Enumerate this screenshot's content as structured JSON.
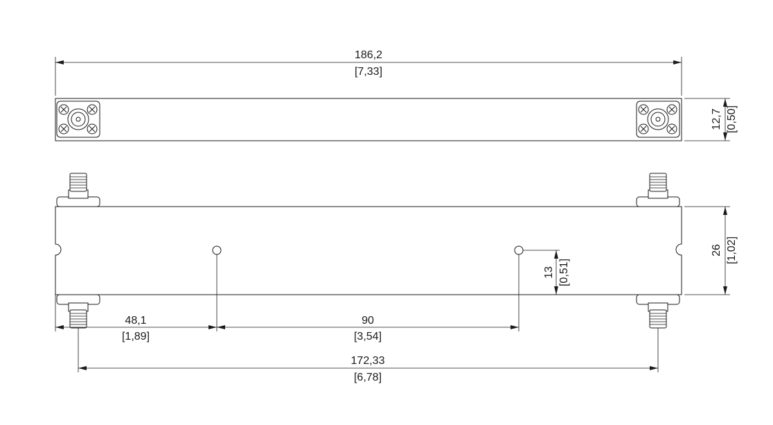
{
  "drawing": {
    "top_view": {
      "width_dimension": {
        "value": "186,2",
        "value_inch": "[7,33]"
      },
      "height_dimension": {
        "value": "12,7",
        "value_inch": "[0,50]"
      }
    },
    "front_view": {
      "height_dimension": {
        "value": "26",
        "value_inch": "[1,02]"
      },
      "hole_height_dimension": {
        "value": "13",
        "value_inch": "[0,51]"
      },
      "hole_offset_dimension": {
        "value": "48,1",
        "value_inch": "[1,89]"
      },
      "hole_spacing_dimension": {
        "value": "90",
        "value_inch": "[3,54]"
      },
      "connector_spacing_dimension": {
        "value": "172,33",
        "value_inch": "[6,78]"
      }
    },
    "colors": {
      "line": "#1a1a1a",
      "background": "#ffffff"
    }
  }
}
